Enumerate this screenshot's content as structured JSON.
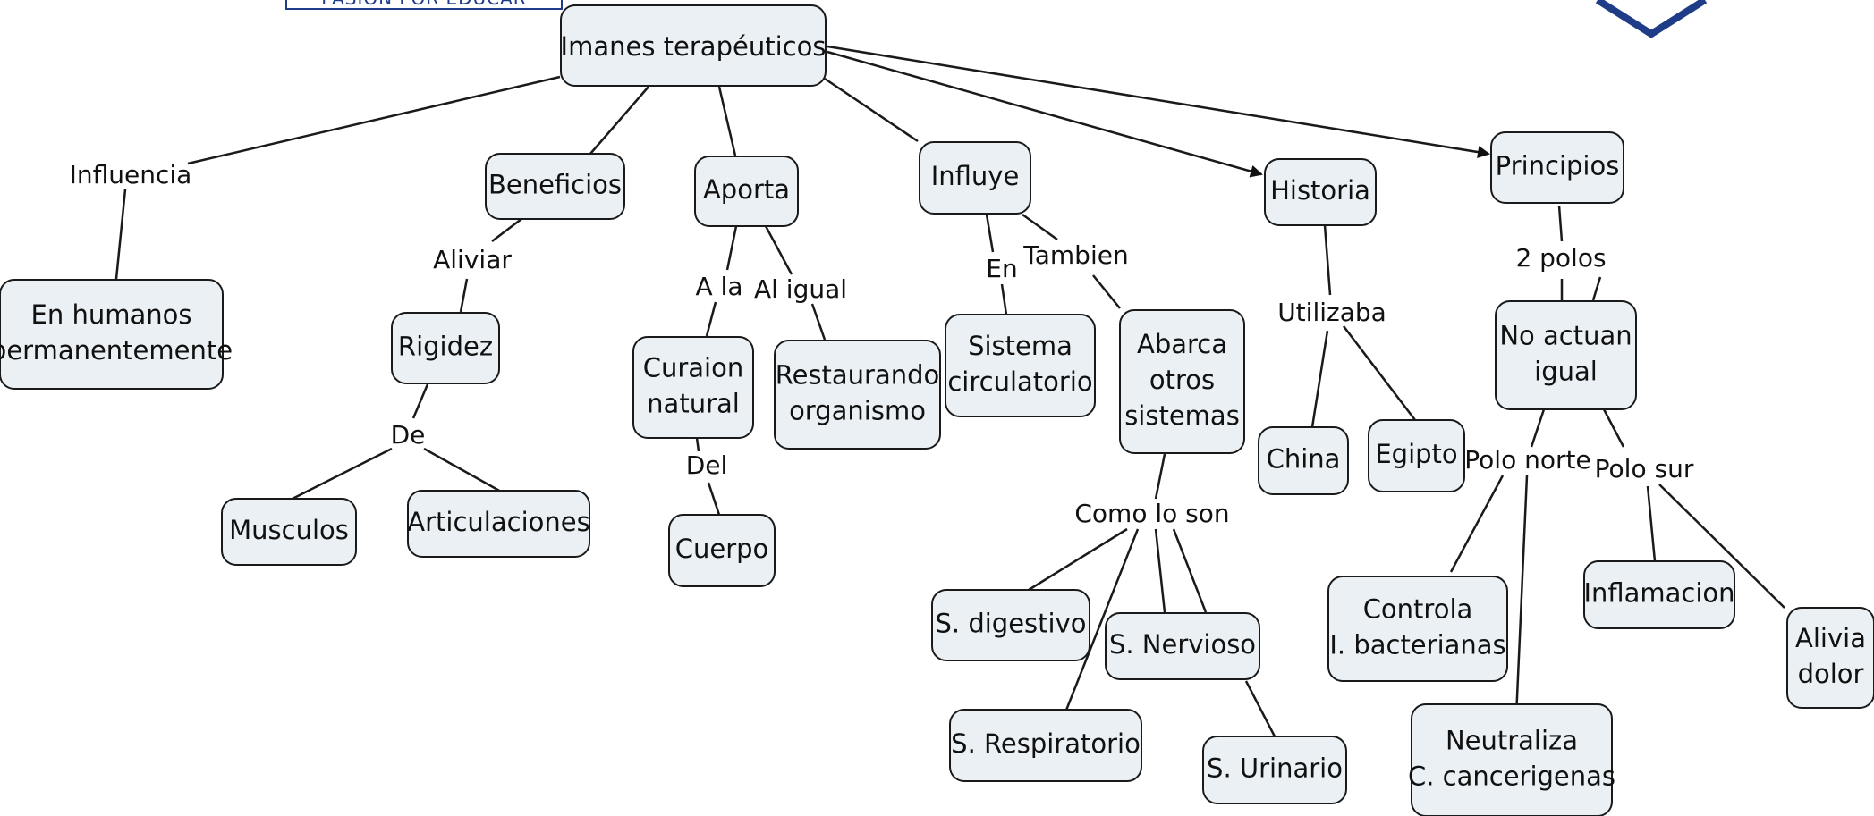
{
  "logo": {
    "text": "PASIÓN POR EDUCAR"
  },
  "root": "Imanes terapéuticos",
  "nodes": {
    "en_humanos": [
      "En humanos",
      "permanentemente"
    ],
    "beneficios": [
      "Beneficios"
    ],
    "rigidez": [
      "Rigidez"
    ],
    "musculos": [
      "Musculos"
    ],
    "articulaciones": [
      "Articulaciones"
    ],
    "aporta": [
      "Aporta"
    ],
    "curaion": [
      "Curaion",
      "natural"
    ],
    "cuerpo": [
      "Cuerpo"
    ],
    "restaurando": [
      "Restaurando",
      "organismo"
    ],
    "influye": [
      "Influye"
    ],
    "sistema_circ": [
      "Sistema",
      "circulatorio"
    ],
    "abarca": [
      "Abarca",
      "otros",
      "sistemas"
    ],
    "s_digestivo": [
      "S. digestivo"
    ],
    "s_nervioso": [
      "S. Nervioso"
    ],
    "s_respiratorio": [
      "S. Respiratorio"
    ],
    "s_urinario": [
      "S. Urinario"
    ],
    "historia": [
      "Historia"
    ],
    "china": [
      "China"
    ],
    "egipto": [
      "Egipto"
    ],
    "principios": [
      "Principios"
    ],
    "no_actuan": [
      "No actuan",
      "igual"
    ],
    "controla": [
      "Controla",
      "I. bacterianas"
    ],
    "neutraliza": [
      "Neutraliza",
      "C. cancerigenas"
    ],
    "inflamacion": [
      "Inflamacion"
    ],
    "alivia": [
      "Alivia",
      "dolor"
    ]
  },
  "linking_phrases": {
    "influencia": "Influencia",
    "aliviar": "Aliviar",
    "de": "De",
    "a_la": "A la",
    "al_igual": "Al igual",
    "del": "Del",
    "en": "En",
    "tambien": "Tambien",
    "como_lo_son": "Como lo son",
    "utilizaba": "Utilizaba",
    "dos_polos": "2 polos",
    "polo_norte": "Polo norte",
    "polo_sur": "Polo sur"
  }
}
